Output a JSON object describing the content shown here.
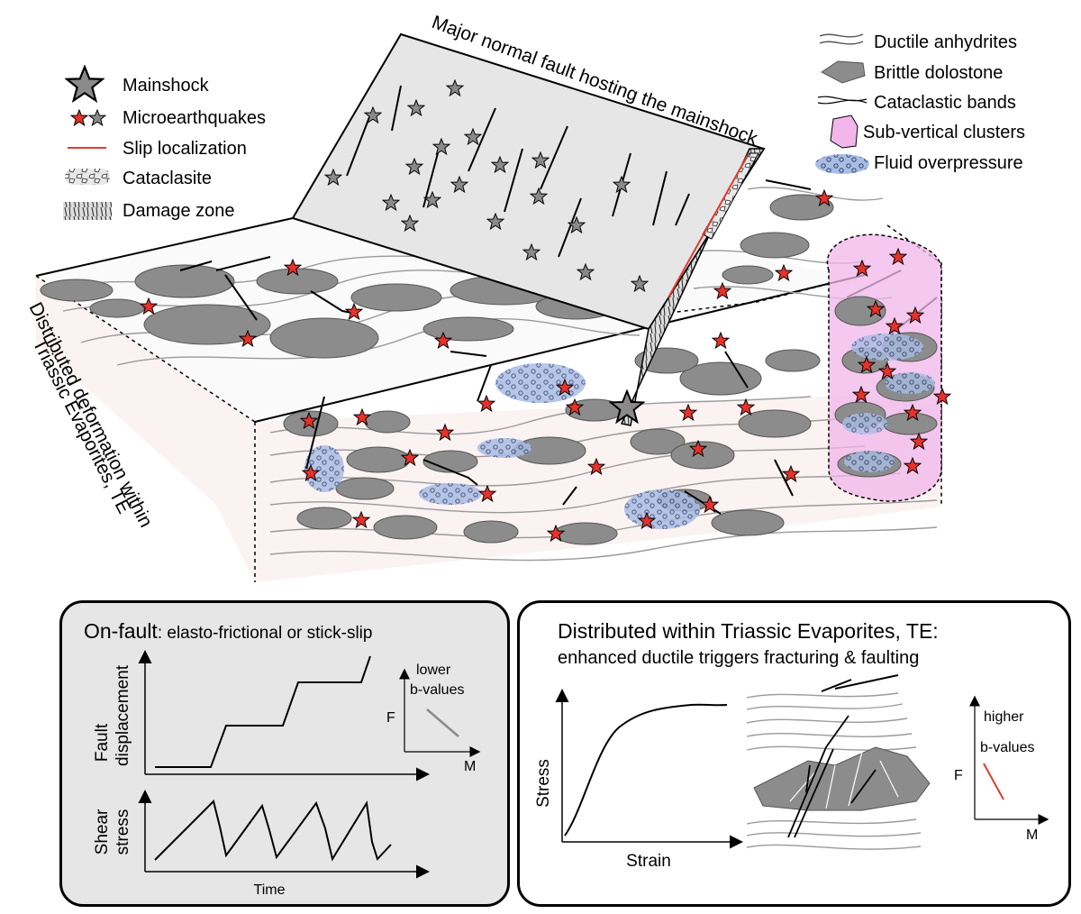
{
  "fault_label": "Major normal fault hosting the mainshock",
  "side_label_line1": "Distributed deformation within",
  "side_label_line2": "Triassic Evaporites, TE",
  "legend_left": [
    {
      "label": "Mainshock",
      "icon": "large-gray-star-icon"
    },
    {
      "label": "Microearthquakes",
      "icon": "red-and-gray-star-icon"
    },
    {
      "label": "Slip localization",
      "icon": "red-line-icon"
    },
    {
      "label": "Cataclasite",
      "icon": "cataclasite-pattern-icon"
    },
    {
      "label": "Damage zone",
      "icon": "damage-zone-pattern-icon"
    }
  ],
  "legend_right": [
    {
      "label": "Ductile anhydrites",
      "icon": "wavy-lines-icon"
    },
    {
      "label": "Brittle dolostone",
      "icon": "gray-block-icon"
    },
    {
      "label": "Cataclastic bands",
      "icon": "braided-lines-icon"
    },
    {
      "label": "Sub-vertical clusters",
      "icon": "pink-cylinder-icon"
    },
    {
      "label": "Fluid overpressure",
      "icon": "blue-bubbles-icon"
    }
  ],
  "colors": {
    "red_star": "#e5322b",
    "gray_star": "#8a8a8a",
    "dolostone": "#8c8c8c",
    "fluid": "#9fb4de",
    "cluster": "#f2b6ea",
    "panel_left_bg": "#e6e6e6",
    "slip_line": "#e23b2e"
  },
  "panel_left": {
    "title_bold": "On-fault",
    "title_rest": ": elasto-frictional or stick-slip",
    "chart1_ylabel_line1": "Fault",
    "chart1_ylabel_line2": "displacement",
    "chart2_ylabel_line1": "Shear",
    "chart2_ylabel_line2": "stress",
    "chart2_xlabel": "Time",
    "inset": {
      "label_line1": "lower",
      "label_line2": "b-values",
      "ylabel": "F",
      "xlabel": "M"
    }
  },
  "panel_right": {
    "title": "Distributed within Triassic Evaporites, TE:",
    "subtitle": "enhanced ductile triggers fracturing & faulting",
    "ylabel": "Stress",
    "xlabel": "Strain",
    "inset": {
      "label_line1": "higher",
      "label_line2": "b-values",
      "ylabel": "F",
      "xlabel": "M"
    }
  }
}
